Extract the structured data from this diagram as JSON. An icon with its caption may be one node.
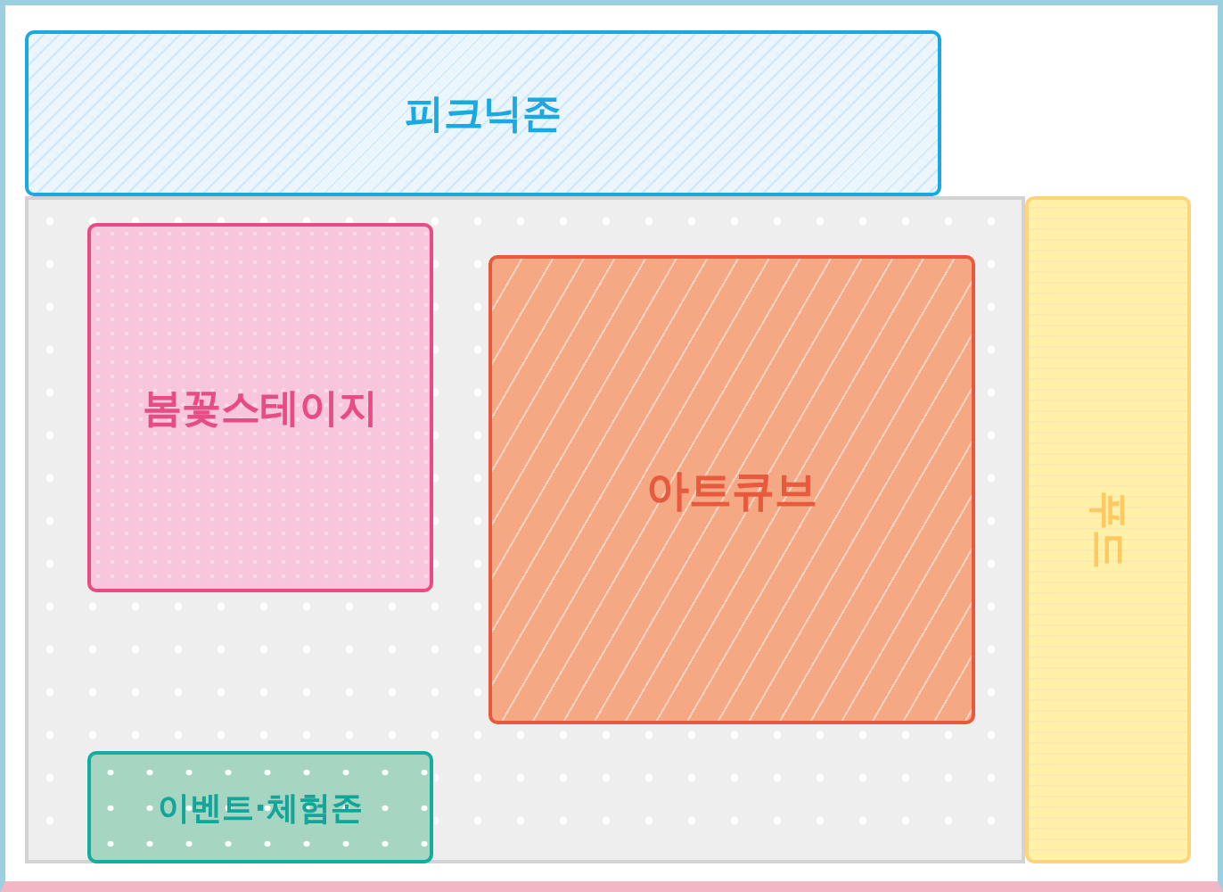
{
  "diagram": {
    "nodes": [
      {
        "text": [
          "피크닉존"
        ]
      },
      {
        "text": [
          "봄꽃스테이지"
        ]
      },
      {
        "text": [
          "아트큐브"
        ]
      },
      {
        "text": [
          "이벤트·체험존"
        ]
      },
      {
        "text": [
          "푸드"
        ]
      }
    ],
    "edges": []
  }
}
